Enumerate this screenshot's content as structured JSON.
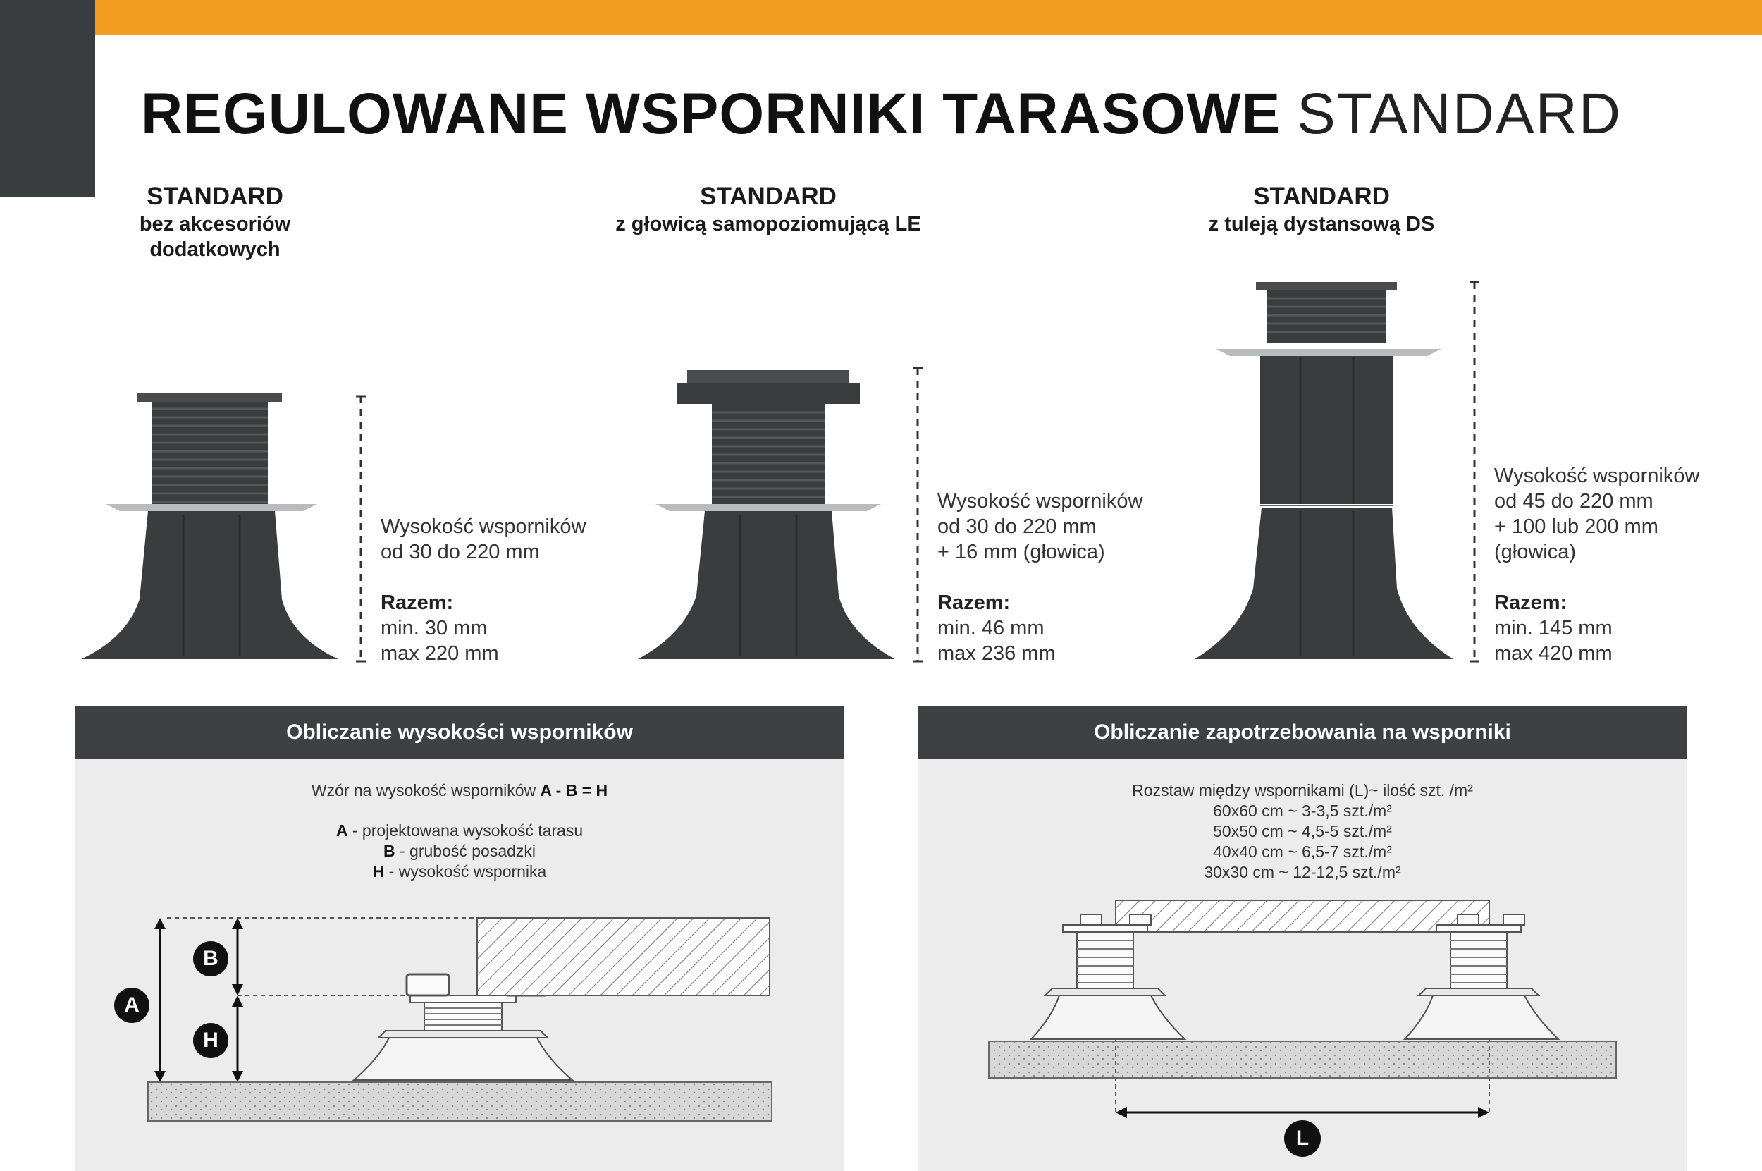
{
  "header": {
    "title_bold": "REGULOWANE WSPORNIKI TARASOWE",
    "title_light": "STANDARD"
  },
  "columns": [
    {
      "name": "STANDARD",
      "subtitle_line1": "bez akcesoriów",
      "subtitle_line2": "dodatkowych",
      "spec_lines": [
        "Wysokość wsporników",
        "od 30 do 220 mm"
      ],
      "total_label": "Razem:",
      "min": "min. 30 mm",
      "max": "max 220 mm"
    },
    {
      "name": "STANDARD",
      "subtitle_line1": "z głowicą samopoziomującą LE",
      "spec_lines": [
        "Wysokość wsporników",
        "od 30 do 220 mm",
        "+ 16 mm (głowica)"
      ],
      "total_label": "Razem:",
      "min": "min. 46 mm",
      "max": "max 236 mm"
    },
    {
      "name": "STANDARD",
      "subtitle_line1": "z tuleją dystansową DS",
      "spec_lines": [
        "Wysokość wsporników",
        "od 45 do 220 mm",
        "+ 100 lub 200 mm",
        "(głowica)"
      ],
      "total_label": "Razem:",
      "min": "min. 145 mm",
      "max": "max 420 mm"
    }
  ],
  "panel_left": {
    "title": "Obliczanie wysokości wsporników",
    "formula_prefix": "Wzór na wysokość wsporników ",
    "formula": "A - B = H",
    "legend": [
      {
        "key": "A",
        "text": " - projektowana wysokość tarasu"
      },
      {
        "key": "B",
        "text": " - grubość posadzki"
      },
      {
        "key": "H",
        "text": " - wysokość wspornika"
      }
    ],
    "markers": [
      "A",
      "B",
      "H"
    ]
  },
  "panel_right": {
    "title": "Obliczanie zapotrzebowania na wsporniki",
    "lines": [
      "Rozstaw między wspornikami (L)~ ilość szt. /m²",
      "60x60 cm ~ 3-3,5 szt./m²",
      "50x50 cm ~ 4,5-5 szt./m²",
      "40x40 cm ~ 6,5-7 szt./m²",
      "30x30 cm ~ 12-12,5 szt./m²"
    ],
    "marker": "L"
  },
  "colors": {
    "accent": "#f39c22",
    "dark": "#3a3d3f",
    "panel_bg": "#ececed",
    "pedestal": "#3b3c3e"
  }
}
